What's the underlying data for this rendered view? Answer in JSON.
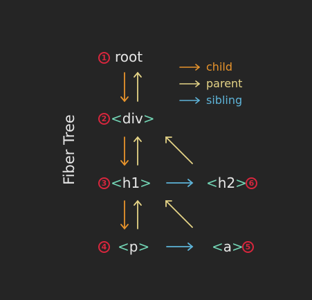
{
  "title": "Fiber Tree",
  "colors": {
    "background": "#252525",
    "child": "#e8942c",
    "parent": "#e5d487",
    "sibling": "#5eb4d9",
    "badge": "#d7263d",
    "tag_bracket": "#73d6b6",
    "text": "#e6e6e6"
  },
  "legend": {
    "child": "child",
    "parent": "parent",
    "sibling": "sibling"
  },
  "nodes": [
    {
      "order": "1",
      "name": "root"
    },
    {
      "order": "2",
      "name": "div"
    },
    {
      "order": "3",
      "name": "h1"
    },
    {
      "order": "4",
      "name": "p"
    },
    {
      "order": "5",
      "name": "a"
    },
    {
      "order": "6",
      "name": "h2"
    }
  ]
}
